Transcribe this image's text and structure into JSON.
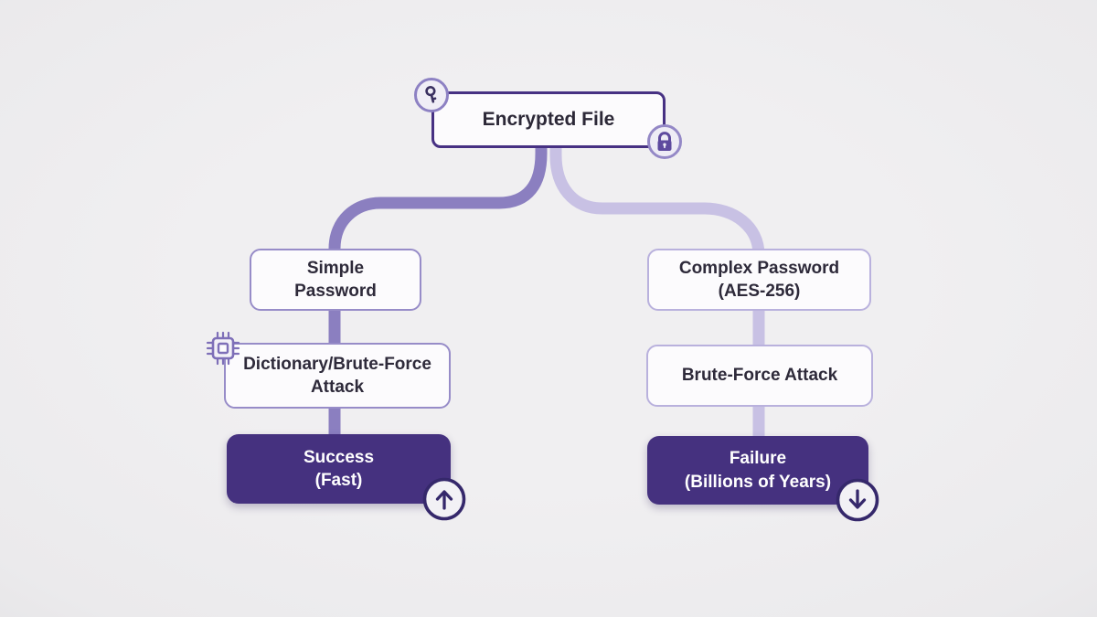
{
  "title": "Encrypted File password attack outcome flowchart",
  "colors": {
    "background": "#eceaed",
    "dark_purple_border": "#473183",
    "filled_node_bg": "#45317f",
    "medium_purple_branch": "#8b7fc0",
    "light_purple_branch": "#c8c1e4",
    "node_bg": "#fcfbfd",
    "text_dark": "#2e2a3a",
    "text_light": "#ffffff",
    "icon_accent": "#5e4a9e"
  },
  "root": {
    "label": "Encrypted File",
    "key_icon": "key-icon",
    "lock_icon": "lock-icon"
  },
  "branches": {
    "left": {
      "line_color": "#8b7fc0",
      "nodes": [
        {
          "label": "Simple\nPassword"
        },
        {
          "label": "Dictionary/Brute-Force\nAttack",
          "icon": "chip-icon"
        },
        {
          "label": "Success\n(Fast)",
          "icon": "arrow-up-icon"
        }
      ]
    },
    "right": {
      "line_color": "#c8c1e4",
      "nodes": [
        {
          "label": "Complex Password\n(AES-256)"
        },
        {
          "label": "Brute-Force Attack"
        },
        {
          "label": "Failure\n(Billions of Years)",
          "icon": "arrow-down-icon"
        }
      ]
    }
  }
}
